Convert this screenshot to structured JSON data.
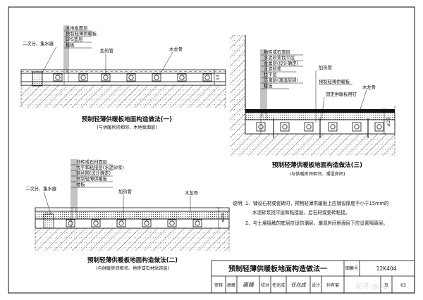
{
  "detail1": {
    "labels": [
      "木地板面层",
      "预制轻薄供暖板",
      "EPS垫层",
      "楼板"
    ],
    "left_label": "二次分、集水器",
    "heating_pipe": "加热管",
    "wood_keel": "木龙骨",
    "dim_total": "13",
    "caption": "预制轻薄供暖板地面构造做法(一)",
    "subcaption": "(与供暖房间相邻、木地板面层)"
  },
  "detail2": {
    "labels": [
      "地砖或石材面层",
      "找平和粘接层(水泥砂浆)",
      "钢丝网(设计确定)",
      "预制轻薄供暖板",
      "楼板"
    ],
    "left_label": "二次分、集水器",
    "heating_pipe": "加热管",
    "wood_keel": "木龙骨",
    "dim_total": "≤28",
    "caption": "预制轻薄供暖板地面构造做法(二)",
    "subcaption": "(与供暖房间相邻、地砖或石材贴饰层)"
  },
  "detail3": {
    "labels": [
      "地砖或石面层",
      "水泥砂浆找平层",
      "金属层(设计确定)",
      "水泥砂浆",
      "找平层",
      "防潮层(潮湿房间)",
      "楼板"
    ],
    "heating_pipe": "加热管",
    "board_label": "预制轻薄供暖板",
    "wood_keel": "木龙骨",
    "nail_label": "固定供暖板用钉",
    "dim_total": "≤28",
    "caption": "预制轻薄供暖板地面构造做法(三)",
    "subcaption": "(与供暖房间相邻、潮湿房间)"
  },
  "notes": {
    "heading": "说明：",
    "n1a": "1、铺设石材或瓷砖时，预制轻薄供暖板上应铺设厚度不小于15mm的",
    "n1b": "水泥砂浆找平层和粘接层，后石材或瓷砖粘接。",
    "n2": "2、与土壤接触的底层应设防潮层，潮湿房间地面层下应设置隔离层。"
  },
  "title_block": {
    "title": "预制轻薄供暖板地面构造做法一",
    "atlas_label": "图集号",
    "atlas_no": "12K404",
    "row": [
      "审核",
      "高峰",
      "高峰",
      "校对",
      "任兆成",
      "任兆成",
      "设计",
      "孙有菊"
    ],
    "page_label": "页",
    "page_no": "63"
  },
  "watermark": "知乎 @Lis"
}
